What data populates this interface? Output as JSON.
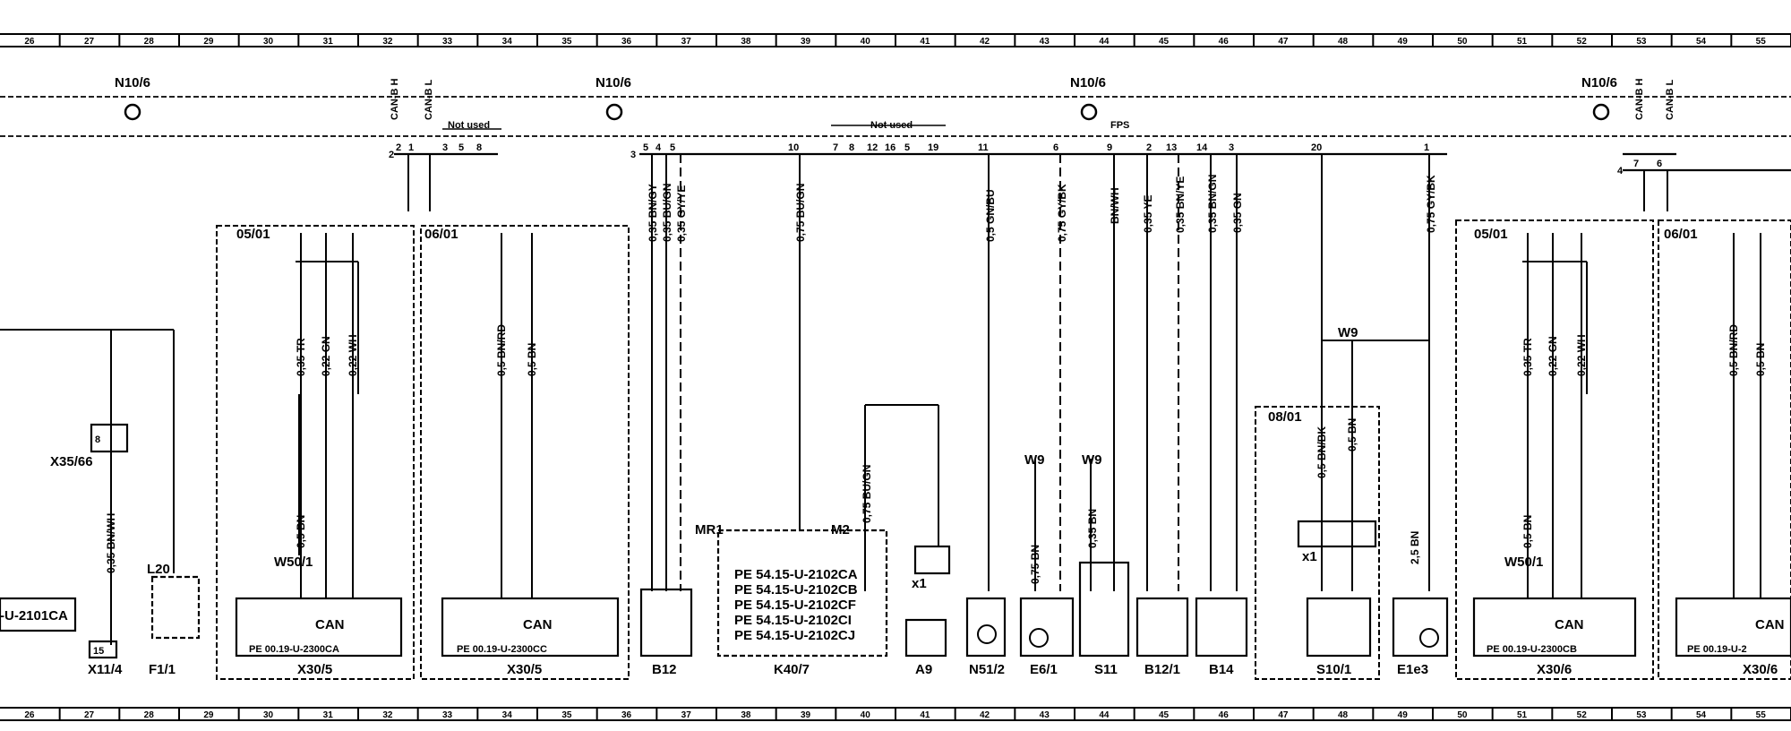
{
  "grid": {
    "top_numbers": [
      "26",
      "27",
      "28",
      "29",
      "30",
      "31",
      "32",
      "33",
      "34",
      "35",
      "36",
      "37",
      "38",
      "39",
      "40",
      "41",
      "42",
      "43",
      "44",
      "45",
      "46",
      "47",
      "48",
      "49",
      "50",
      "51",
      "52",
      "53",
      "54",
      "55"
    ],
    "bottom_numbers": [
      "26",
      "27",
      "28",
      "29",
      "30",
      "31",
      "32",
      "33",
      "34",
      "35",
      "36",
      "37",
      "38",
      "39",
      "40",
      "41",
      "42",
      "43",
      "44",
      "45",
      "46",
      "47",
      "48",
      "49",
      "50",
      "51",
      "52",
      "53",
      "54",
      "55"
    ]
  },
  "modules": {
    "n10_a": "N10/6",
    "n10_b": "N10/6",
    "n10_c": "N10/6",
    "n10_d": "N10/6"
  },
  "top": {
    "can_b_h": "CAN-B H",
    "can_b_l": "CAN-B L",
    "not_used_1": "Not used",
    "not_used_2": "Not used",
    "pins_a": [
      "2",
      "1",
      "3",
      "5",
      "8"
    ],
    "pins_b": [
      "5",
      "4",
      "5"
    ],
    "pins_c": [
      "10",
      "7",
      "8",
      "12",
      "16",
      "5",
      "19"
    ],
    "pins_d": [
      "11",
      "6",
      "9",
      "2",
      "13",
      "14",
      "3",
      "20",
      "1"
    ],
    "pins_e": [
      "7",
      "6"
    ],
    "fps": "FPS",
    "conn_2": "2",
    "conn_3": "3",
    "conn_4": "4"
  },
  "boxes": {
    "b0501_a": "05/01",
    "b0601_a": "06/01",
    "b0501_b": "05/01",
    "b0601_b": "06/01",
    "b0801": "08/01"
  },
  "wires": {
    "w1": "0,35 BN/GY",
    "w2": "0,35 BU/GN",
    "w3": "0,35 GY/YE",
    "w4": "0,75 BU/GN",
    "w5": "0,5 GN/BU",
    "w6": "0,75 GY/BK",
    "w7": "BN/WH",
    "w8": "0,35 YE",
    "w9": "0,35 BN/YE",
    "w10": "0,35 BN/GN",
    "w11": "0,35 GN",
    "w12": "0,75 GY/BK",
    "w13": "0,35 TR",
    "w14": "0,22 GN",
    "w15": "0,22 WH",
    "w16": "0,5 BN",
    "w17": "0,5 BN/RD",
    "w18": "0,5 BN",
    "w19": "0,35 BN/WH",
    "w20": "0,75 BU/GN",
    "w21": "0,75 BN",
    "w22": "0,35 BN",
    "w23": "0,5 BN/BK",
    "w24": "0,5 BN",
    "w25": "2,5 BN",
    "w26": "0,35 TR",
    "w27": "0,22 GN",
    "w28": "0,22 WH",
    "w29": "0,5 BN",
    "w30": "0,5 BN/RD",
    "w31": "0,5 BN"
  },
  "components": {
    "x35": "X35/66",
    "x35_pin": "8",
    "x11": "X11/4",
    "x11_pin": "15",
    "f1": "F1/1",
    "l20": "L20",
    "u2101": "-U-2101CA",
    "w50_a": "W50/1",
    "w50_b": "W50/1",
    "x30_5a": "X30/5",
    "x30_5b": "X30/5",
    "x30_6a": "X30/6",
    "x30_6b": "X30/6",
    "can": "CAN",
    "pe_2300ca": "PE 00.19-U-2300CA",
    "pe_2300cc": "PE 00.19-U-2300CC",
    "pe_2300cb": "PE 00.19-U-2300CB",
    "pe_2300_cut": "PE 00.19-U-2",
    "b12": "B12",
    "k40": "K40/7",
    "k40_lines": [
      "PE 54.15-U-2102CA",
      "PE 54.15-U-2102CB",
      "PE 54.15-U-2102CF",
      "PE 54.15-U-2102CI",
      "PE 54.15-U-2102CJ"
    ],
    "mr1": "MR1",
    "m2": "M2",
    "a9": "A9",
    "x1_a": "x1",
    "x1_b": "x1",
    "n51": "N51/2",
    "e6": "E6/1",
    "s11": "S11",
    "b12_1": "B12/1",
    "b14": "B14",
    "s10": "S10/1",
    "e1e3": "E1e3",
    "w9_a": "W9",
    "w9_b": "W9",
    "w9_c": "W9"
  }
}
